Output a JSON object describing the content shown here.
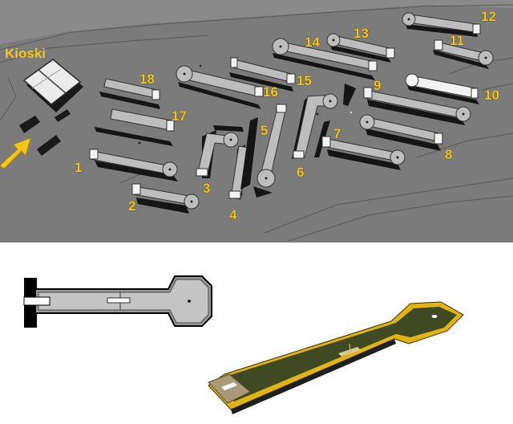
{
  "kiosk": {
    "label": "Kioski"
  },
  "holes": [
    {
      "number": "1"
    },
    {
      "number": "2"
    },
    {
      "number": "3"
    },
    {
      "number": "4"
    },
    {
      "number": "5"
    },
    {
      "number": "6"
    },
    {
      "number": "7"
    },
    {
      "number": "8"
    },
    {
      "number": "9"
    },
    {
      "number": "10"
    },
    {
      "number": "11"
    },
    {
      "number": "12"
    },
    {
      "number": "13"
    },
    {
      "number": "14"
    },
    {
      "number": "15"
    },
    {
      "number": "16"
    },
    {
      "number": "17"
    },
    {
      "number": "18"
    }
  ],
  "colors": {
    "ground": "#7b7b7b",
    "lane": "#bdbdbd",
    "highlighted_lane": "#f2f2f2",
    "shadow": "#151515",
    "label": "#f5c518",
    "entrance_arrow": "#f5c518",
    "turf": "#3f4a22",
    "border": "#e1b414"
  },
  "icons": {
    "entrance": "arrow-icon",
    "kiosk": "kiosk-building-icon",
    "tee": "tee-pad-icon",
    "cup": "cup-icon"
  }
}
